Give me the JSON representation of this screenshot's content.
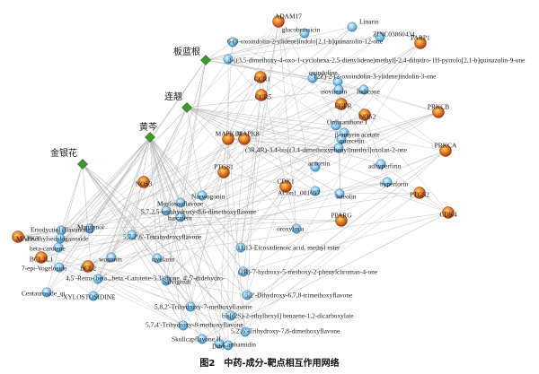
{
  "caption": "图2　中药-成分-靶点相互作用网络",
  "legend_colors": {
    "herb": "#3f9a2e",
    "compound": "#6fb6df",
    "target": "#c9541f",
    "edge": "#b9b9b9"
  },
  "herbs": [
    {
      "id": "h1",
      "label": "板蓝根"
    },
    {
      "id": "h2",
      "label": "连翘"
    },
    {
      "id": "h3",
      "label": "黄芩"
    },
    {
      "id": "h4",
      "label": "金银花"
    }
  ],
  "targets": [
    {
      "id": "t1",
      "label": "ADAM17"
    },
    {
      "id": "t2",
      "label": "PARP1"
    },
    {
      "id": "t3",
      "label": "CCR1"
    },
    {
      "id": "t4",
      "label": "CCR5"
    },
    {
      "id": "t5",
      "label": "EGFR"
    },
    {
      "id": "t6",
      "label": "NOS2"
    },
    {
      "id": "t7",
      "label": "PRKCB"
    },
    {
      "id": "t8",
      "label": "PRKCA"
    },
    {
      "id": "t9",
      "label": "MAPK14"
    },
    {
      "id": "t10",
      "label": "MAPK8"
    },
    {
      "id": "t11",
      "label": "PTGS1"
    },
    {
      "id": "t12",
      "label": "NOS3"
    },
    {
      "id": "t13",
      "label": "CDK1"
    },
    {
      "id": "t14",
      "label": "PTGS2"
    },
    {
      "id": "t15",
      "label": "CDK4"
    },
    {
      "id": "t16",
      "label": "PPARG"
    },
    {
      "id": "t17",
      "label": "MAPK3"
    },
    {
      "id": "t18",
      "label": "BCL2L1"
    },
    {
      "id": "t19",
      "label": "BCL2"
    }
  ],
  "compounds": [
    {
      "id": "c1",
      "label": "Linarin"
    },
    {
      "id": "c2",
      "label": "glucobrassicin"
    },
    {
      "id": "c3",
      "label": "ZINC03860434"
    },
    {
      "id": "c4",
      "label": "6-(3-oxoindolin-2-ylidene)indolo[2,1-b]quinazolin-12-one"
    },
    {
      "id": "c5",
      "label": "3-[(3,5-dimethoxy-4-oxo-1-cyclohexa-2,5-dienylidene)methyl]-2,4-dihydro-1H-pyrrolo[2,1-b]quinazolin-9-one"
    },
    {
      "id": "c6",
      "label": "quindoline"
    },
    {
      "id": "c7",
      "label": "(2Z)-2-(2-oxoindolin-3-ylidene)indolin-3-one"
    },
    {
      "id": "c8",
      "label": "isovitexin"
    },
    {
      "id": "c9",
      "label": "Indicone"
    },
    {
      "id": "c10",
      "label": "Onjixanthone I"
    },
    {
      "id": "c11",
      "label": "β-amyrin acetate"
    },
    {
      "id": "c12",
      "label": "quercetin"
    },
    {
      "id": "c13",
      "label": "(3R,4R)-3,4-bis[(3,4-dimethoxyphenyl)methyl]oxolan-2-one"
    },
    {
      "id": "c14",
      "label": "adhyperfirin"
    },
    {
      "id": "c15",
      "label": "acacetin"
    },
    {
      "id": "c16",
      "label": "hyperforin"
    },
    {
      "id": "c17",
      "label": "ACon1_001697"
    },
    {
      "id": "c18",
      "label": "luteolin"
    },
    {
      "id": "c19",
      "label": "Norwogonin"
    },
    {
      "id": "c20",
      "label": "Moslosooflavone"
    },
    {
      "id": "c21",
      "label": "5,7,2,5-tetrahydroxy-8,6-dimethoxyflavone"
    },
    {
      "id": "c22",
      "label": "baicalein"
    },
    {
      "id": "c23",
      "label": "oroxylin a"
    },
    {
      "id": "c24",
      "label": "5,7,2',6'-Tetrahydroxyflavone"
    },
    {
      "id": "c25",
      "label": "11,13-Eicosadienoic acid, methyl ester"
    },
    {
      "id": "c26",
      "label": "Mandenol"
    },
    {
      "id": "c27",
      "label": "Eriodyctiol (flavanone)"
    },
    {
      "id": "c28",
      "label": "dinethylsecologanoside"
    },
    {
      "id": "c29",
      "label": "beta-carotene"
    },
    {
      "id": "c30",
      "label": "wogonin"
    },
    {
      "id": "c31",
      "label": "rivularin"
    },
    {
      "id": "c32",
      "label": "(2R)-7-hydroxy-5-methoxy-2-phenylchroman-4-one"
    },
    {
      "id": "c33",
      "label": "7-epi-Vogeloside"
    },
    {
      "id": "c34",
      "label": "4,5'-Retro-.beta.,.beta.-Carotene-3,3'-dione, 4',5'-didehydro-"
    },
    {
      "id": "c35",
      "label": "Salvigenin"
    },
    {
      "id": "c36",
      "label": "Centauroside_qt"
    },
    {
      "id": "c37",
      "label": "XYLOSTOSIDINE"
    },
    {
      "id": "c38",
      "label": "5,2'-Dihydroxy-6,7,8-trimethoxyflavone"
    },
    {
      "id": "c39",
      "label": "5,8,2'-Trihydroxy-7-methoxyflavone"
    },
    {
      "id": "c40",
      "label": "bis[(2S)-2-ethylhexyl] benzene-1,2-dicarboxylate"
    },
    {
      "id": "c41",
      "label": "5,7,4'-Trihydroxy-8-methoxyflavone"
    },
    {
      "id": "c42",
      "label": "5,2',6'-Trihydroxy-7,8-dimethoxyflavone"
    },
    {
      "id": "c43",
      "label": "Skullcapflavone II"
    },
    {
      "id": "c44",
      "label": "Dihy"
    },
    {
      "id": "c45",
      "label": "Carthamidin"
    }
  ]
}
